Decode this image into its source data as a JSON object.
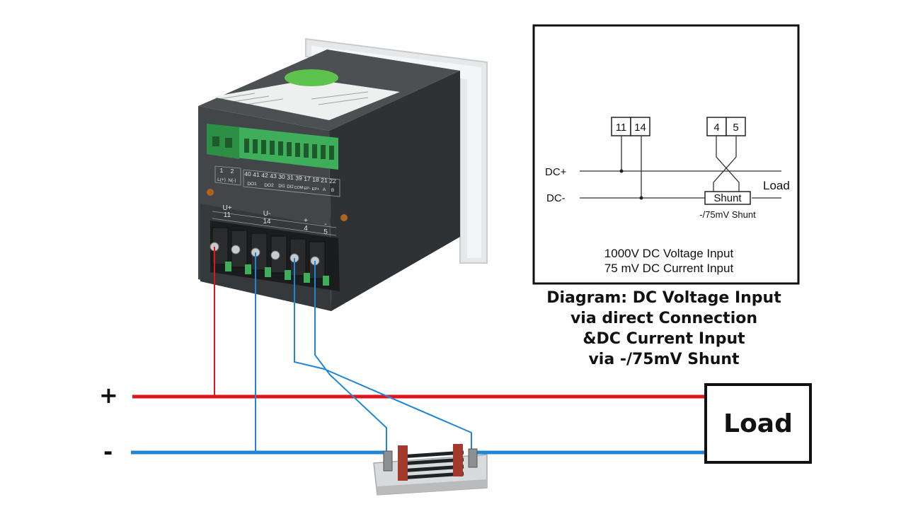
{
  "device": {
    "terminal_numbers_top": [
      "1",
      "2",
      "40",
      "41",
      "42",
      "43",
      "30",
      "31",
      "39",
      "17",
      "18",
      "21",
      "22"
    ],
    "terminal_groups_top": [
      "L(+)",
      "N(-)",
      "DO1",
      "DO2",
      "DI1",
      "DI2",
      "COM",
      "EP-",
      "EP+",
      "A",
      "B"
    ],
    "terminal_labels_bottom": [
      "U+",
      "11",
      "U-",
      "14",
      "+",
      "4",
      "-",
      "5"
    ]
  },
  "schematic": {
    "terminals_left": [
      "11",
      "14"
    ],
    "terminals_right": [
      "4",
      "5"
    ],
    "dc_plus_label": "DC+",
    "dc_minus_label": "DC-",
    "load_label": "Load",
    "shunt_label": "Shunt",
    "shunt_note": "-/75mV Shunt",
    "line1": "1000V DC Voltage Input",
    "line2": "75 mV DC Current Input"
  },
  "caption": {
    "line1": "Diagram: DC Voltage Input",
    "line2": "via direct Connection",
    "line3": "&DC Current Input",
    "line4": "via -/75mV Shunt"
  },
  "wiring": {
    "plus_sign": "+",
    "minus_sign": "-",
    "load_label": "Load"
  },
  "colors": {
    "positive_wire": "#e0151b",
    "negative_wire": "#1f86d6",
    "device_body": "#3e4144",
    "terminal_green": "#3fae5a",
    "sticker_green": "#5ec24f"
  }
}
